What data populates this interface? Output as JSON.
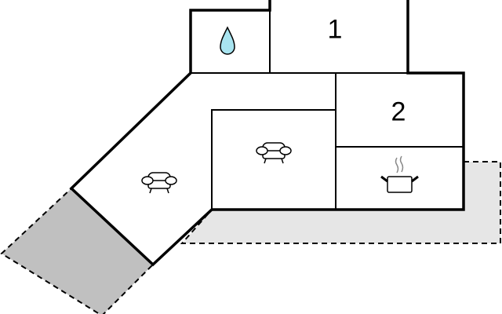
{
  "rooms": [
    {
      "label": "1",
      "type": "bedroom"
    },
    {
      "label": "2",
      "type": "bedroom"
    }
  ],
  "icons": [
    "water-drop-icon",
    "sofa-icon",
    "sofa-icon",
    "cooking-pot-icon"
  ],
  "colors": {
    "terrace_dark": "#c0c0c0",
    "terrace_light": "#e6e6e6",
    "water": "#a8e4f0",
    "wall": "#000000"
  }
}
